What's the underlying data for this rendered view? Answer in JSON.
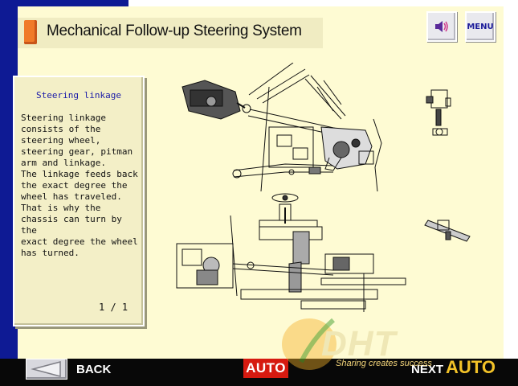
{
  "header": {
    "title": "Mechanical Follow-up Steering System"
  },
  "toolbar": {
    "sound_icon": "speaker-icon",
    "menu_label": "MENU"
  },
  "info": {
    "heading": "Steering linkage",
    "body": "Steering linkage\nconsists of the\nsteering wheel,\nsteering gear, pitman\narm and linkage.\nThe linkage feeds back\nthe exact degree the\nwheel has traveled.\nThat is why the\nchassis can turn by the\nexact degree the wheel\nhas turned.",
    "page": "1 / 1"
  },
  "nav": {
    "back_label": "BACK",
    "auto_label": "AUTO",
    "next_label": "NEXT"
  },
  "watermark": {
    "logo_text": "DHT",
    "brand_text": "AUTO",
    "tagline": "Sharing creates success"
  },
  "colors": {
    "left_band": "#0e1a94",
    "panel": "#fefbd3",
    "accent": "#f07a28",
    "auto_button": "#d61a10"
  }
}
